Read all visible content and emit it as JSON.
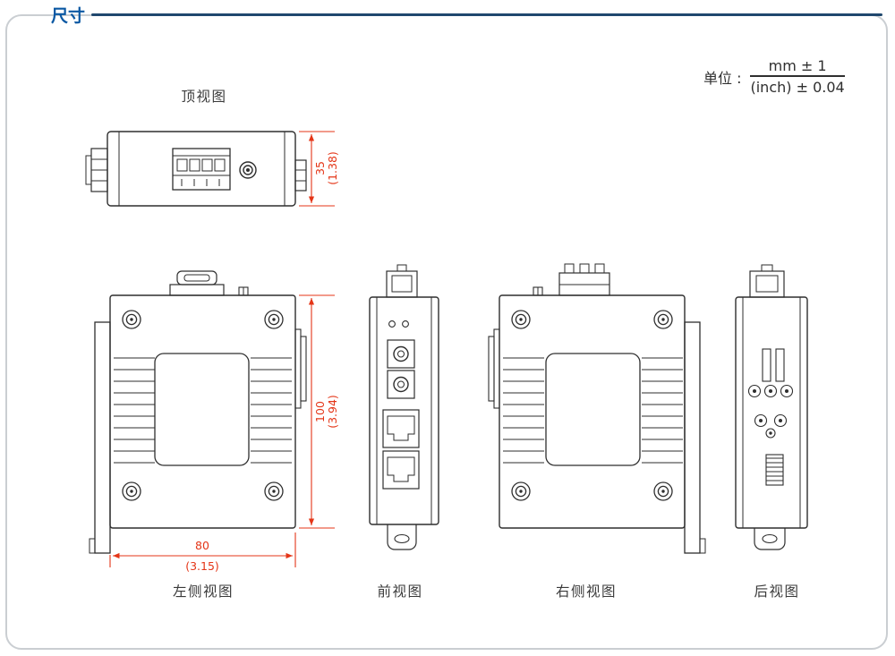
{
  "header": {
    "section_title": "尺寸",
    "unit": {
      "label": "单位 :",
      "numerator": "mm ± 1",
      "denominator": "(inch) ± 0.04"
    }
  },
  "views": {
    "top": {
      "label": "顶视图",
      "dims": {
        "height_mm": "35",
        "height_inch": "(1.38)"
      }
    },
    "left": {
      "label": "左侧视图",
      "dims": {
        "width_mm": "80",
        "width_inch": "(3.15)",
        "height_mm": "100",
        "height_inch": "(3.94)"
      }
    },
    "front": {
      "label": "前视图"
    },
    "right": {
      "label": "右侧视图"
    },
    "back": {
      "label": "后视图"
    }
  },
  "colors": {
    "accent_blue": "#0a58a3",
    "dimension_red": "#e43517",
    "drawing_line": "#2e2e2e",
    "frame_border": "#caced2"
  }
}
